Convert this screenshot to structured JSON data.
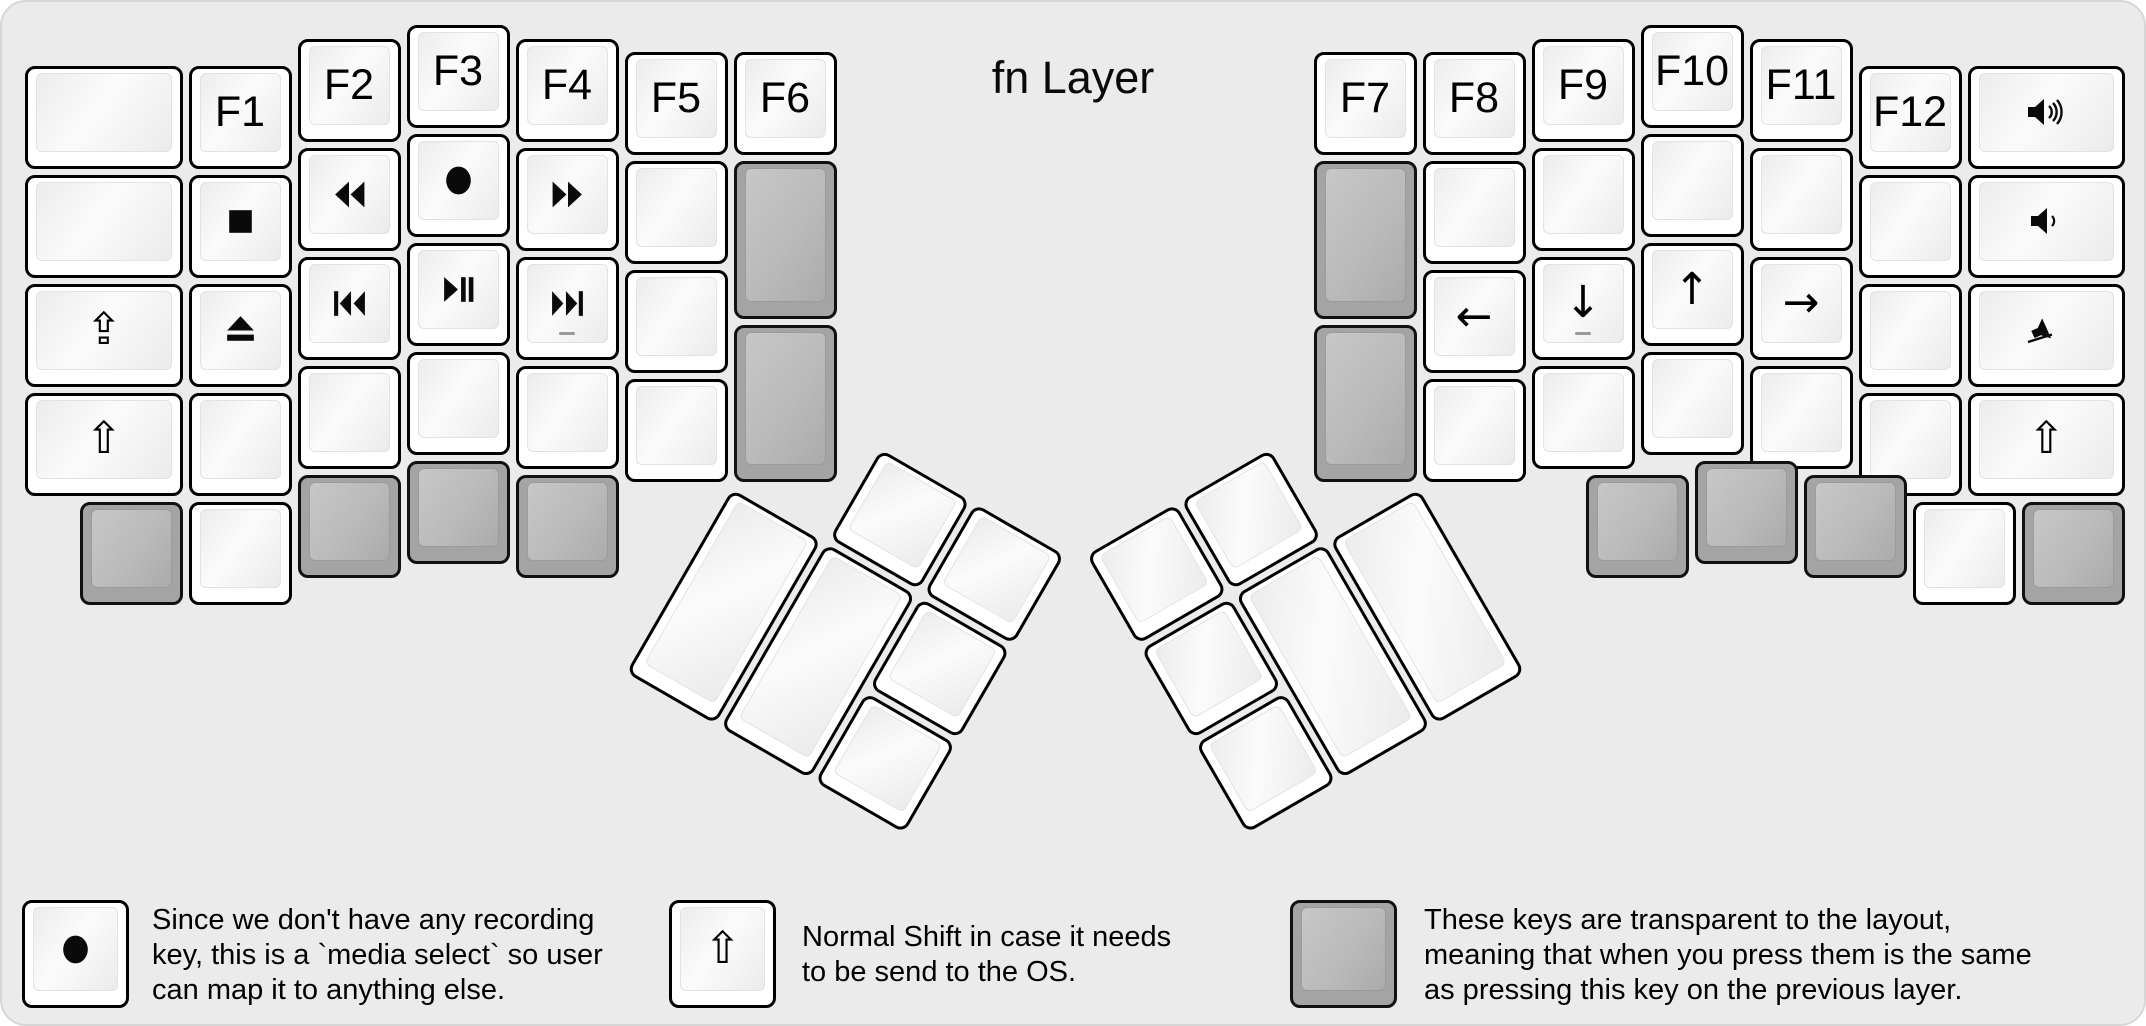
{
  "title": "fn Layer",
  "colors": {
    "background": "#ebebeb",
    "key_white": "#ffffff",
    "key_gray": "#a4a4a4",
    "key_border": "#000000",
    "text": "#000000"
  },
  "keyboard": {
    "left_keys": [
      {
        "name": "key-blank",
        "color": "white"
      },
      {
        "name": "key-blank",
        "color": "white"
      },
      {
        "name": "key-caps-lock",
        "glyph": "⇪",
        "color": "white"
      },
      {
        "name": "key-shift",
        "glyph": "⇧",
        "color": "white"
      },
      {
        "name": "key-f1",
        "label": "F1",
        "color": "white"
      },
      {
        "name": "key-stop",
        "icon": "stop-icon",
        "color": "white"
      },
      {
        "name": "key-eject",
        "icon": "eject-icon",
        "color": "white"
      },
      {
        "name": "key-blank",
        "color": "white"
      },
      {
        "name": "key-f2",
        "label": "F2",
        "color": "white"
      },
      {
        "name": "key-rewind",
        "icon": "rewind-icon",
        "color": "white"
      },
      {
        "name": "key-prev-track",
        "icon": "prev-track-icon",
        "color": "white"
      },
      {
        "name": "key-blank",
        "color": "white"
      },
      {
        "name": "key-f3",
        "label": "F3",
        "color": "white"
      },
      {
        "name": "key-media-select-record",
        "icon": "record-icon",
        "color": "white"
      },
      {
        "name": "key-play-pause",
        "icon": "play-pause-icon",
        "color": "white"
      },
      {
        "name": "key-blank",
        "color": "white"
      },
      {
        "name": "key-f4",
        "label": "F4",
        "color": "white"
      },
      {
        "name": "key-fast-forward",
        "icon": "fast-forward-icon",
        "color": "white"
      },
      {
        "name": "key-next-track",
        "icon": "next-track-icon",
        "sub": "_",
        "color": "white"
      },
      {
        "name": "key-blank",
        "color": "white"
      },
      {
        "name": "key-f5",
        "label": "F5",
        "color": "white"
      },
      {
        "name": "key-blank",
        "color": "white"
      },
      {
        "name": "key-blank",
        "color": "white"
      },
      {
        "name": "key-blank",
        "color": "white"
      },
      {
        "name": "key-f6",
        "label": "F6",
        "color": "white"
      },
      {
        "name": "key-transparent",
        "color": "gray"
      },
      {
        "name": "key-transparent",
        "color": "gray"
      },
      {
        "name": "key-transparent",
        "color": "gray"
      },
      {
        "name": "key-blank",
        "color": "white"
      },
      {
        "name": "key-transparent",
        "color": "gray"
      },
      {
        "name": "key-transparent",
        "color": "gray"
      },
      {
        "name": "key-transparent",
        "color": "gray"
      }
    ],
    "right_keys": [
      {
        "name": "key-f7",
        "label": "F7",
        "color": "white"
      },
      {
        "name": "key-transparent",
        "color": "gray"
      },
      {
        "name": "key-transparent",
        "color": "gray"
      },
      {
        "name": "key-f8",
        "label": "F8",
        "color": "white"
      },
      {
        "name": "key-blank",
        "color": "white"
      },
      {
        "name": "key-arrow-left",
        "glyph": "←",
        "color": "white"
      },
      {
        "name": "key-blank",
        "color": "white"
      },
      {
        "name": "key-f9",
        "label": "F9",
        "color": "white"
      },
      {
        "name": "key-blank",
        "color": "white"
      },
      {
        "name": "key-arrow-down",
        "glyph": "↓",
        "sub": "_",
        "color": "white"
      },
      {
        "name": "key-blank",
        "color": "white"
      },
      {
        "name": "key-f10",
        "label": "F10",
        "color": "white"
      },
      {
        "name": "key-blank",
        "color": "white"
      },
      {
        "name": "key-arrow-up",
        "glyph": "↑",
        "color": "white"
      },
      {
        "name": "key-blank",
        "color": "white"
      },
      {
        "name": "key-f11",
        "label": "F11",
        "color": "white"
      },
      {
        "name": "key-blank",
        "color": "white"
      },
      {
        "name": "key-arrow-right",
        "glyph": "→",
        "color": "white"
      },
      {
        "name": "key-blank",
        "color": "white"
      },
      {
        "name": "key-f12",
        "label": "F12",
        "color": "white"
      },
      {
        "name": "key-blank",
        "color": "white"
      },
      {
        "name": "key-blank",
        "color": "white"
      },
      {
        "name": "key-blank",
        "color": "white"
      },
      {
        "name": "key-volume-up",
        "icon": "volume-up-icon",
        "color": "white"
      },
      {
        "name": "key-volume-down",
        "icon": "volume-down-icon",
        "color": "white"
      },
      {
        "name": "key-mute",
        "icon": "mute-icon",
        "color": "white"
      },
      {
        "name": "key-shift",
        "glyph": "⇧",
        "color": "white"
      },
      {
        "name": "key-transparent",
        "color": "gray"
      },
      {
        "name": "key-transparent",
        "color": "gray"
      },
      {
        "name": "key-transparent",
        "color": "gray"
      },
      {
        "name": "key-blank",
        "color": "white"
      },
      {
        "name": "key-transparent",
        "color": "gray"
      }
    ],
    "left_thumb_keys": [
      {
        "name": "key-blank",
        "color": "white"
      },
      {
        "name": "key-blank",
        "color": "white"
      },
      {
        "name": "key-blank",
        "color": "white"
      },
      {
        "name": "key-blank",
        "color": "white"
      },
      {
        "name": "key-blank",
        "color": "white"
      },
      {
        "name": "key-blank",
        "color": "white"
      }
    ],
    "right_thumb_keys": [
      {
        "name": "key-blank",
        "color": "white"
      },
      {
        "name": "key-blank",
        "color": "white"
      },
      {
        "name": "key-blank",
        "color": "white"
      },
      {
        "name": "key-blank",
        "color": "white"
      },
      {
        "name": "key-blank",
        "color": "white"
      },
      {
        "name": "key-blank",
        "color": "white"
      }
    ]
  },
  "legend_items": [
    {
      "key": {
        "name": "key-media-select-record",
        "icon": "record-icon",
        "color": "white"
      },
      "lines": [
        "Since we don't have any recording",
        "key, this is a `media select` so user",
        "can map it to anything else."
      ]
    },
    {
      "key": {
        "name": "key-shift",
        "glyph": "⇧",
        "color": "white"
      },
      "lines": [
        "Normal Shift in case it needs",
        "to be send to the OS."
      ]
    },
    {
      "key": {
        "name": "key-transparent",
        "color": "gray"
      },
      "lines": [
        "These keys are transparent to the layout,",
        "meaning that when you press them is the same",
        "as pressing this key on the previous layer."
      ]
    }
  ]
}
